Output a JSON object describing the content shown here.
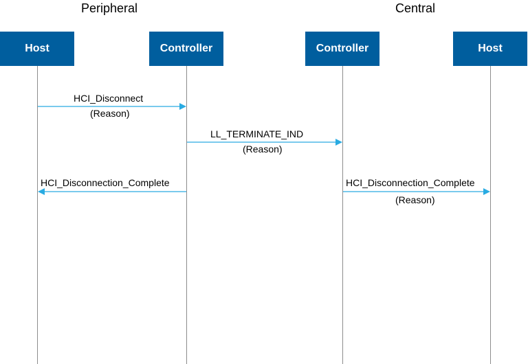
{
  "groups": {
    "peripheral": "Peripheral",
    "central": "Central"
  },
  "actors": [
    "Host",
    "Controller",
    "Controller",
    "Host"
  ],
  "messages": [
    {
      "label": "HCI_Disconnect",
      "sublabel": "(Reason)",
      "from": "Peripheral Host",
      "to": "Peripheral Controller"
    },
    {
      "label": "LL_TERMINATE_IND",
      "sublabel": "(Reason)",
      "from": "Peripheral Controller",
      "to": "Central Controller"
    },
    {
      "label": "HCI_Disconnection_Complete",
      "sublabel": "",
      "from": "Peripheral Controller",
      "to": "Peripheral Host"
    },
    {
      "label": "HCI_Disconnection_Complete",
      "sublabel": "(Reason)",
      "from": "Central Controller",
      "to": "Central Host"
    }
  ],
  "colors": {
    "actor_fill": "#005e9e",
    "actor_text": "#ffffff",
    "arrow": "#29abe2",
    "lifeline": "#8c8c8c"
  }
}
